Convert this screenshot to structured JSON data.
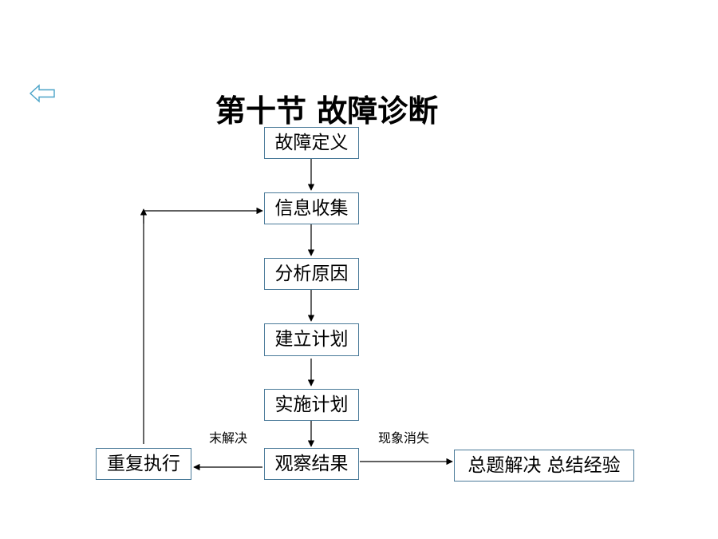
{
  "title": "第十节 故障诊断",
  "nav": {
    "back_icon": "left-arrow-icon",
    "accent_color": "#4aa3c8"
  },
  "nodes": {
    "definition": "故障定义",
    "collect": "信息收集",
    "analyze": "分析原因",
    "plan": "建立计划",
    "execute": "实施计划",
    "observe": "观察结果",
    "repeat": "重复执行",
    "summary": "总题解决 总结经验"
  },
  "edges": {
    "unresolved": "末解决",
    "resolved": "现象消失"
  },
  "colors": {
    "box_border": "#4a7a99",
    "line": "#000000"
  }
}
